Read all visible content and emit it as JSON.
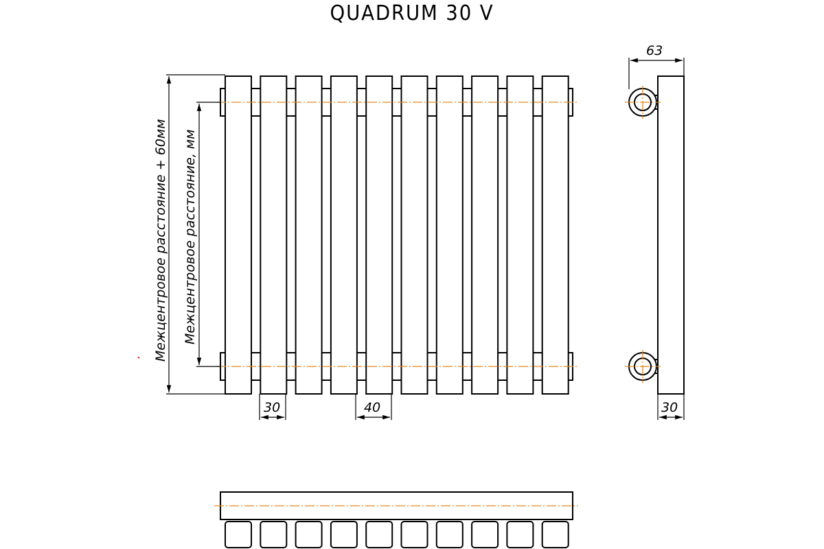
{
  "title": "QUADRUM 30 V",
  "dimensions": {
    "depth_total": "63",
    "depth_section": "30",
    "section_width": "30",
    "section_pitch": "40",
    "label_outer": "Межцентровое расстояние + 60мм",
    "label_inner": "Межцентровое расстояние, мм"
  },
  "sections": 10,
  "colors": {
    "outline": "#000000",
    "axis": "#e08a1e",
    "background": "#ffffff"
  }
}
